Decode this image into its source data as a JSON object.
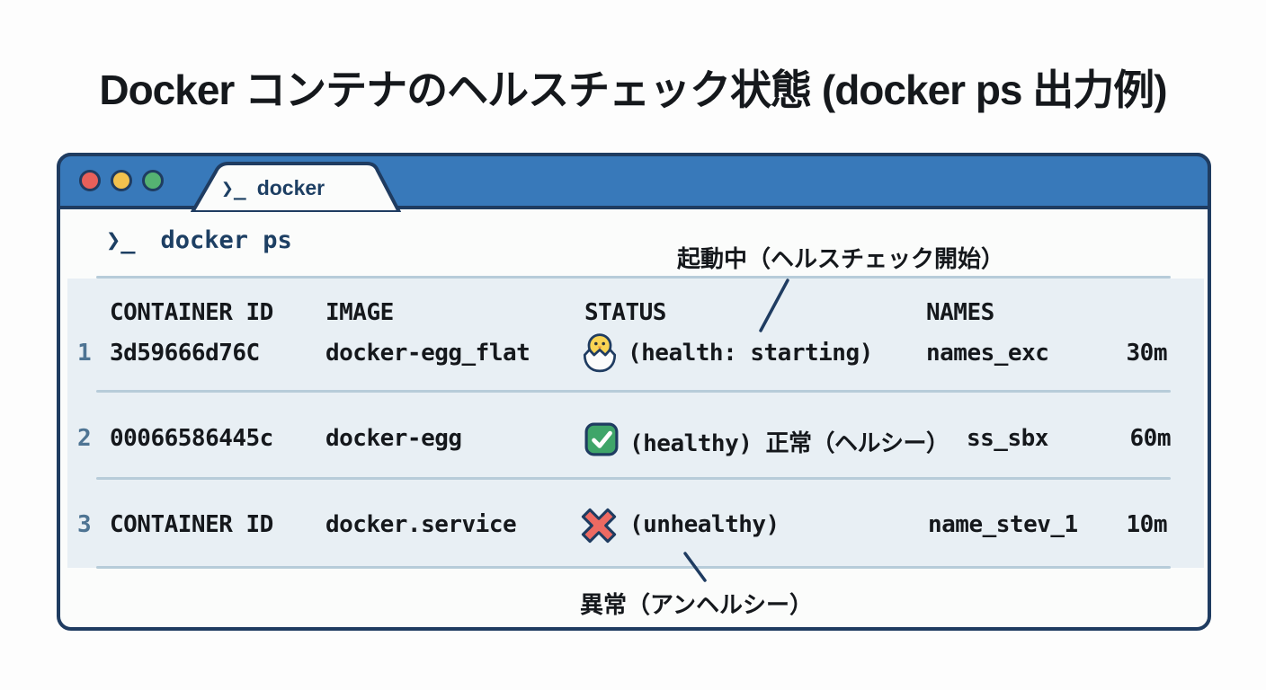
{
  "page": {
    "title": "Docker コンテナのヘルスチェック状態 (docker ps 出力例)"
  },
  "terminal": {
    "tab_label": "docker",
    "prompt_symbol": "❯_",
    "command": "docker ps",
    "columns": [
      "CONTAINER ID",
      "IMAGE",
      "STATUS",
      "NAMES"
    ],
    "rows": [
      {
        "num": "1",
        "container_id": "3d59666d76C",
        "image": "docker-egg_flat",
        "status_icon": "hatching-chick",
        "status": "(health: starting)",
        "name": "names_exc",
        "uptime": "30m"
      },
      {
        "num": "2",
        "container_id": "00066586445c",
        "image": "docker-egg",
        "status_icon": "check-mark",
        "status": "(healthy) 正常（ヘルシー）",
        "name": "ss_sbx",
        "uptime": "60m"
      },
      {
        "num": "3",
        "container_id": "CONTAINER ID",
        "image": "docker.service",
        "status_icon": "cross-mark",
        "status": "(unhealthy)",
        "name": "name_stev_1",
        "uptime": "10m"
      }
    ]
  },
  "annotations": {
    "starting": "起動中（ヘルスチェック開始）",
    "unhealthy": "異常（アンヘルシー）"
  },
  "colors": {
    "titlebar_blue": "#3879ba",
    "frame_navy": "#1f3c61",
    "panel_blue": "#e8eff4",
    "healthy_green": "#3fa569",
    "unhealthy_red": "#ee6a62",
    "chick_yellow": "#f8d353",
    "light_red": "#e8605a",
    "light_yellow": "#f2c14e",
    "light_green": "#55b272"
  }
}
